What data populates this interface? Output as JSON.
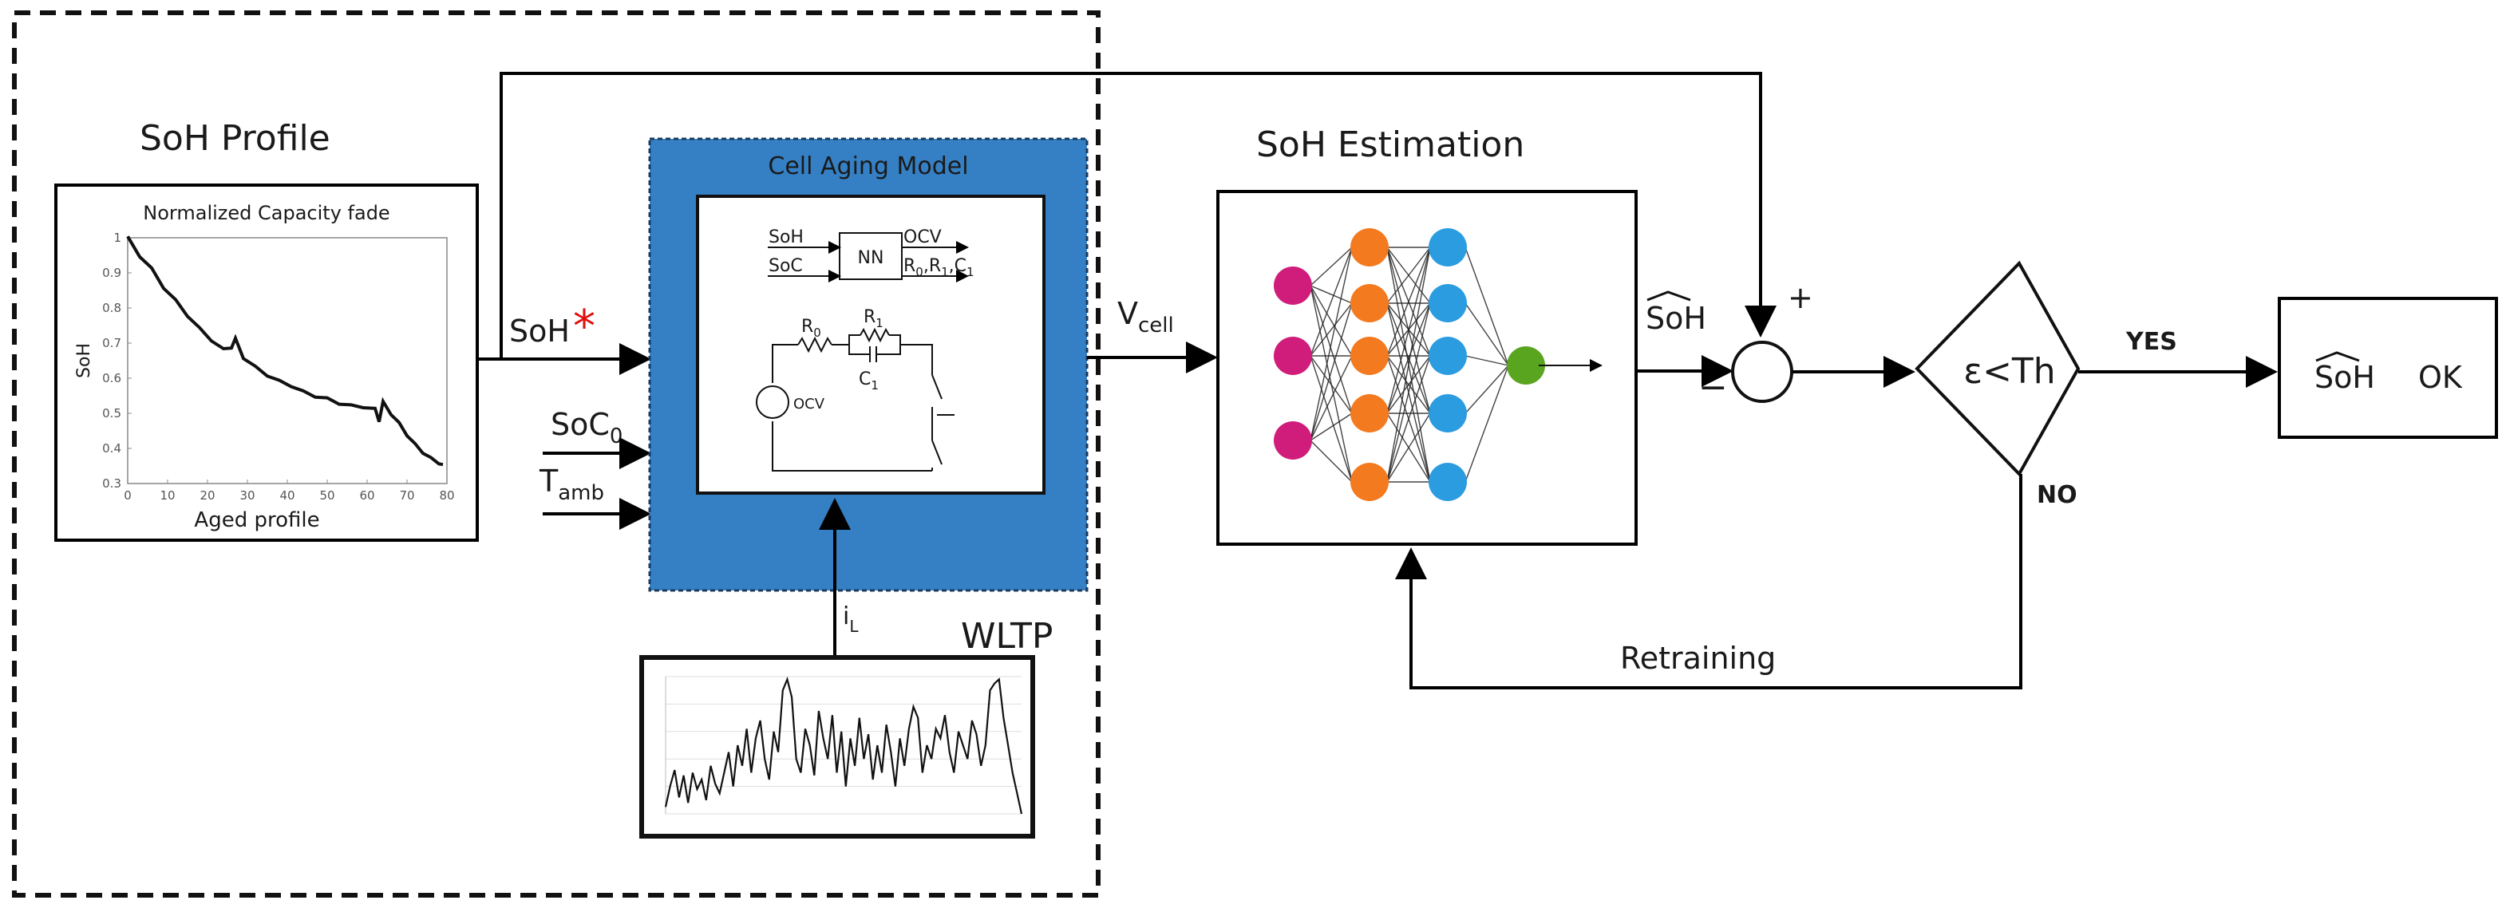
{
  "soh_profile": {
    "title": "SoH Profile",
    "plot_title": "Normalized Capacity fade",
    "ylabel": "SoH",
    "xlabel": "Aged profile",
    "y_ticks": [
      "1",
      "0.9",
      "0.8",
      "0.7",
      "0.6",
      "0.5",
      "0.4",
      "0.3"
    ],
    "x_ticks": [
      "0",
      "10",
      "20",
      "30",
      "40",
      "50",
      "60",
      "70",
      "80"
    ]
  },
  "inputs": {
    "soh_star": "SoH",
    "star": "*",
    "soc0_main": "SoC",
    "soc0_sub": "0",
    "tamb_main": "T",
    "tamb_sub": "amb"
  },
  "cell_aging": {
    "title": "Cell Aging Model",
    "nn_in_1": "SoH",
    "nn_in_2": "SoC",
    "nn_box": "NN",
    "nn_out_1": "OCV",
    "nn_out_2": "R",
    "nn_out_2_sub": "0",
    "nn_out_2b": ",R",
    "nn_out_2b_sub": "1",
    "nn_out_2c": ",C",
    "nn_out_2c_sub": "1",
    "r0": "R",
    "r0_sub": "0",
    "r1": "R",
    "r1_sub": "1",
    "c1": "C",
    "c1_sub": "1",
    "ocv": "OCV"
  },
  "current": {
    "main": "i",
    "sub": "L"
  },
  "wltp": {
    "title": "WLTP"
  },
  "vcell": {
    "main": "V",
    "sub": "cell"
  },
  "estimation": {
    "title": "SoH Estimation"
  },
  "soh_hat": "SoH",
  "sum": {
    "plus": "+",
    "minus": "−"
  },
  "decision": {
    "label": "ε<Th",
    "yes": "YES",
    "no": "NO"
  },
  "output": {
    "soh": "SoH",
    "ok": "OK"
  },
  "retraining": "Retraining",
  "colors": {
    "model_fill": "#3580c4",
    "input_node": "#d01c7a",
    "hidden1_node": "#f47a1f",
    "hidden2_node": "#2b9ce0",
    "output_node": "#5aa51f",
    "star": "#e01010"
  },
  "chart_data": [
    {
      "type": "line",
      "title": "Normalized Capacity fade",
      "xlabel": "Aged profile",
      "ylabel": "SoH",
      "xlim": [
        0,
        80
      ],
      "ylim": [
        0.3,
        1.0
      ],
      "x": [
        0,
        3,
        6,
        9,
        12,
        15,
        18,
        21,
        24,
        26,
        27,
        29,
        32,
        35,
        38,
        41,
        44,
        47,
        50,
        53,
        56,
        59,
        62,
        63,
        64,
        66,
        68,
        70,
        72,
        74,
        76,
        78,
        79
      ],
      "y": [
        1.0,
        0.95,
        0.91,
        0.86,
        0.82,
        0.78,
        0.74,
        0.71,
        0.68,
        0.69,
        0.71,
        0.66,
        0.63,
        0.61,
        0.59,
        0.58,
        0.56,
        0.55,
        0.54,
        0.53,
        0.52,
        0.52,
        0.51,
        0.48,
        0.53,
        0.5,
        0.47,
        0.44,
        0.41,
        0.39,
        0.37,
        0.36,
        0.35
      ]
    },
    {
      "type": "line",
      "title": "WLTP",
      "x": [
        0,
        1,
        2,
        3,
        4,
        5,
        6,
        7,
        8,
        9,
        10,
        11,
        12,
        13,
        14,
        15,
        16,
        17,
        18,
        19,
        20,
        21,
        22,
        23,
        24,
        25,
        26,
        27,
        28,
        29,
        30,
        31,
        32,
        33,
        34,
        35,
        36,
        37,
        38,
        39,
        40,
        41,
        42,
        43,
        44,
        45,
        46,
        47,
        48,
        49,
        50,
        51,
        52,
        53,
        54,
        55,
        56,
        57,
        58,
        59,
        60,
        61,
        62,
        63,
        64,
        65,
        66,
        67,
        68,
        69,
        70,
        71,
        72,
        73,
        74,
        75,
        76,
        77,
        78,
        79
      ],
      "y": [
        0.05,
        0.2,
        0.32,
        0.12,
        0.28,
        0.08,
        0.3,
        0.18,
        0.25,
        0.1,
        0.35,
        0.22,
        0.15,
        0.3,
        0.45,
        0.2,
        0.5,
        0.35,
        0.62,
        0.3,
        0.55,
        0.68,
        0.4,
        0.25,
        0.6,
        0.45,
        0.9,
        0.98,
        0.85,
        0.4,
        0.3,
        0.62,
        0.5,
        0.28,
        0.75,
        0.55,
        0.4,
        0.72,
        0.3,
        0.6,
        0.2,
        0.55,
        0.35,
        0.7,
        0.4,
        0.58,
        0.25,
        0.5,
        0.3,
        0.65,
        0.45,
        0.2,
        0.55,
        0.35,
        0.62,
        0.78,
        0.7,
        0.3,
        0.5,
        0.4,
        0.62,
        0.55,
        0.72,
        0.45,
        0.3,
        0.6,
        0.5,
        0.4,
        0.68,
        0.58,
        0.35,
        0.5,
        0.9,
        0.95,
        0.98,
        0.7,
        0.5,
        0.3,
        0.15,
        0.0
      ]
    }
  ]
}
